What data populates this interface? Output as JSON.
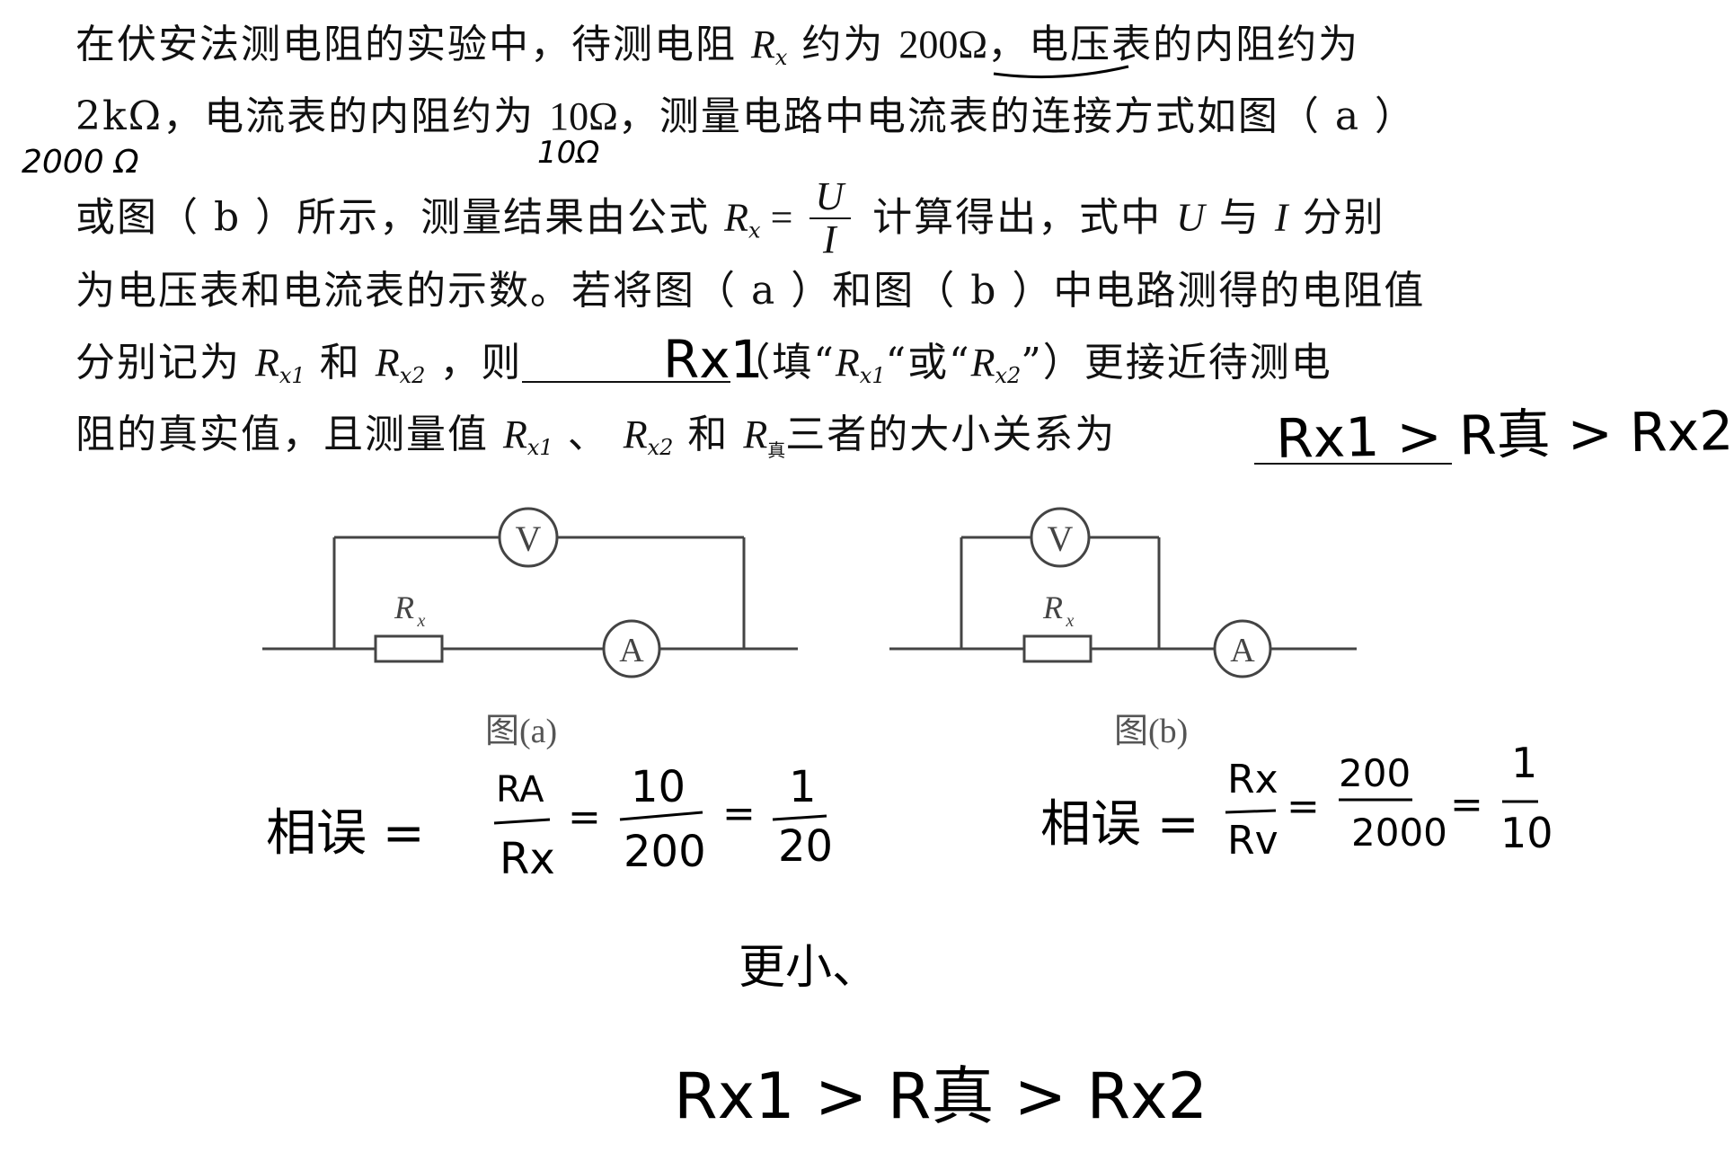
{
  "problem": {
    "l1_a": "在伏安法测电阻的实验中，待测电阻 ",
    "R": "R",
    "x": "x",
    "l1_b": " 约为 ",
    "l1_200": "200Ω",
    "l1_c": "，电压表的内阻约为",
    "l2_a": "2kΩ，电流表的内阻约为 ",
    "l2_10": "10Ω",
    "l2_b": "，测量电路中电流表的连接方式如图（ a ）",
    "l3_a": "或图（ b ）所示，测量结果由公式 ",
    "eq": " = ",
    "U": "U",
    "I": "I",
    "l3_b": " 计算得出，式中 ",
    "l3_c": " 与 ",
    "l3_d": " 分别",
    "l4": "为电压表和电流表的示数。若将图（ a ）和图（ b ）中电路测得的电阻值",
    "l5_a": "分别记为 ",
    "sub1": "x1",
    "sub2": "x2",
    "l5_b": " 和 ",
    "l5_c": " ，则",
    "l5_d": "（填“",
    "l5_e": "“或“",
    "l5_f": "”）更接近待测电",
    "l6_a": "阻的真实值，且测量值 ",
    "l6_b": " 、 ",
    "l6_c": " 和 ",
    "zhen": "真",
    "l6_d": "三者的大小关系为"
  },
  "figure": {
    "caption_a": "图(a)",
    "caption_b": "图(b)",
    "voltmeter": "V",
    "ammeter": "A",
    "resistor_R": "R",
    "resistor_x": "x"
  },
  "handwriting": {
    "rv_note": "2000 Ω",
    "ra_note": "10Ω",
    "blank1": "Rx1",
    "blank2": "Rx1 > R真 > Rx2",
    "err_a_label": "相误 =",
    "err_a_num": "RA",
    "err_a_den": "Rx",
    "err_a_eq1": "=",
    "err_a_num2": "10",
    "err_a_den2": "200",
    "err_a_eq2": "=",
    "err_a_num3": "1",
    "err_a_den3": "20",
    "err_b_label": "相误 =",
    "err_b_num": "Rx",
    "err_b_den": "Rv",
    "err_b_eq1": "=",
    "err_b_num2": "200",
    "err_b_den2": "2000",
    "err_b_eq2": "=",
    "err_b_num3": "1",
    "err_b_den3": "10",
    "conclusion": "更小、",
    "final": "Rx1 > R真 > Rx2"
  }
}
